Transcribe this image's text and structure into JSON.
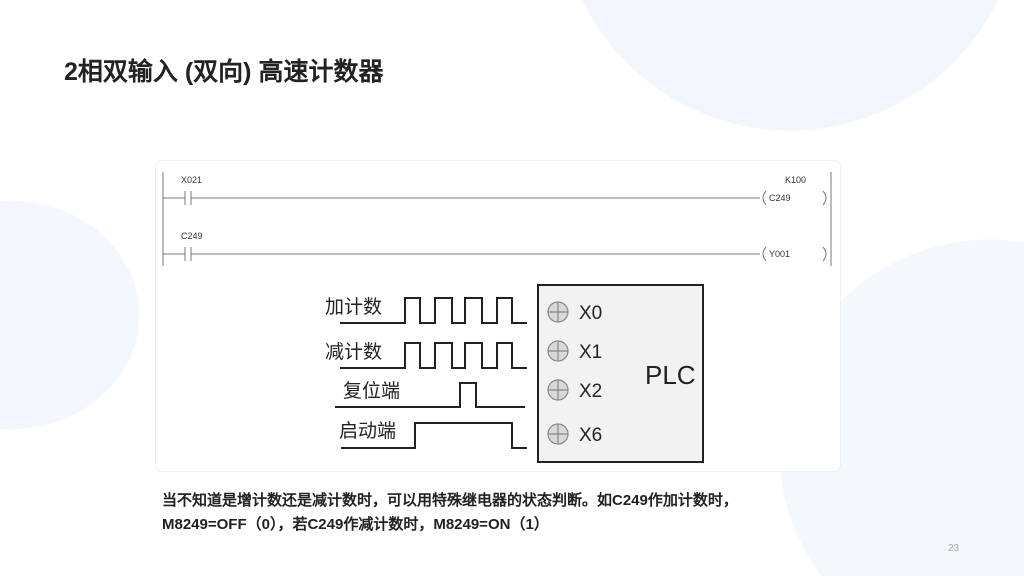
{
  "title": "2相双输入 (双向) 高速计数器",
  "ladder": {
    "rung1": {
      "contact": "X021",
      "coil": "C249",
      "constant": "K100"
    },
    "rung2": {
      "contact": "C249",
      "coil": "Y001"
    }
  },
  "timing": {
    "signals": [
      "加计数",
      "减计数",
      "复位端",
      "启动端"
    ],
    "plc_label": "PLC",
    "terminals": [
      "X0",
      "X1",
      "X2",
      "X6"
    ]
  },
  "caption": {
    "line1": "当不知道是增计数还是减计数时，可以用特殊继电器的状态判断。如C249作加计数时，",
    "line2": "M8249=OFF（0），若C249作减计数时，M8249=ON（1）"
  },
  "page_number": "23",
  "colors": {
    "plc_fill": "#f2f2f2",
    "line": "#222222",
    "blob": "#eef3fb"
  }
}
